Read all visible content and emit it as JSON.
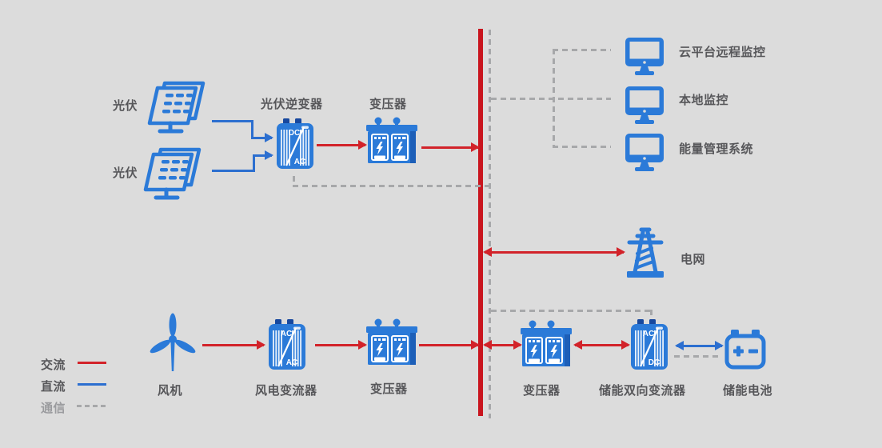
{
  "colors": {
    "background": "#dcdcdc",
    "icon_blue": "#2b7ad8",
    "icon_blue_dark": "#1d5fb8",
    "ac_red": "#d2232a",
    "bus_red": "#c9151e",
    "dc_blue": "#2c6fd0",
    "comm_gray": "#a7a8aa",
    "text": "#57575a"
  },
  "nodes": {
    "pv1": "光伏",
    "pv2": "光伏",
    "pv_inverter": "光伏逆变器",
    "pv_transformer": "变压器",
    "cloud_monitor": "云平台远程监控",
    "local_monitor": "本地监控",
    "ems": "能量管理系统",
    "grid": "电网",
    "wind_turbine": "风机",
    "wind_converter": "风电变流器",
    "wind_transformer": "变压器",
    "ess_transformer": "变压器",
    "ess_converter": "储能双向变流器",
    "battery": "储能电池"
  },
  "icon_texts": {
    "pv_inverter": {
      "top": "DC",
      "bottom": "AC"
    },
    "wind_converter": {
      "top": "AC",
      "bottom": "AC"
    },
    "ess_converter": {
      "top": "AC",
      "bottom": "DC"
    }
  },
  "legend": {
    "ac": "交流",
    "dc": "直流",
    "comm": "通信"
  }
}
